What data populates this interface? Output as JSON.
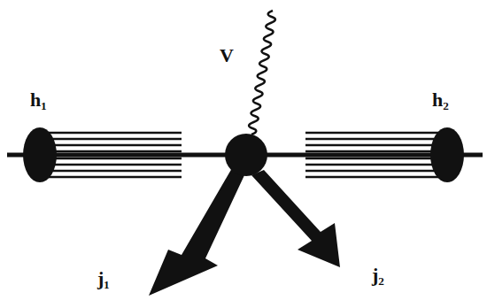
{
  "diagram": {
    "labels": [
      "V",
      "h₁",
      "h₂",
      "j₁",
      "j₂"
    ]
  }
}
